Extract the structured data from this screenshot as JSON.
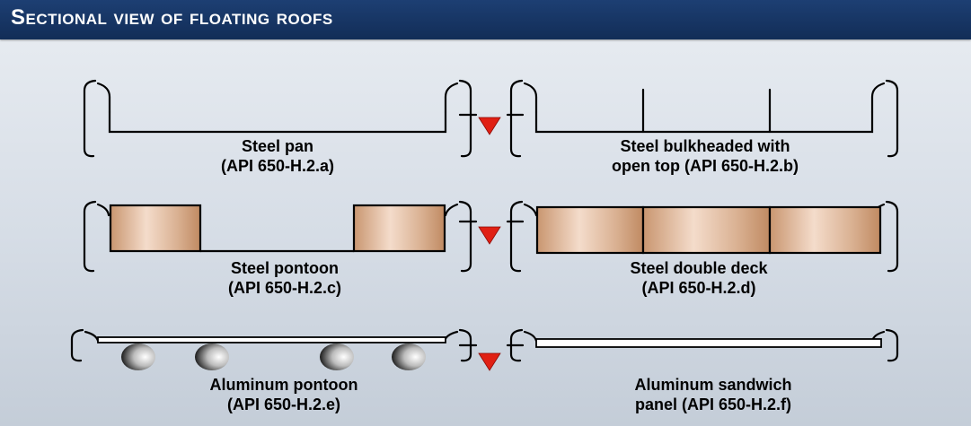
{
  "header": {
    "title": "Sectional view of floating roofs",
    "bar_color": "#16346a",
    "title_color": "#ffffff"
  },
  "colors": {
    "pontoon_fill": "#cd9e79",
    "pontoon_highlight": "#f4dccb",
    "liquid_level_marker": "#e02014",
    "roof_line": "#000000"
  },
  "roofs": [
    {
      "name": "steel-pan",
      "caption_line1": "Steel pan",
      "caption_line2": "(API 650-H.2.a)"
    },
    {
      "name": "steel-bulkheaded",
      "caption_line1": "Steel bulkheaded with",
      "caption_line2": "open top (API 650-H.2.b)"
    },
    {
      "name": "steel-pontoon",
      "caption_line1": "Steel pontoon",
      "caption_line2": "(API 650-H.2.c)"
    },
    {
      "name": "steel-double-deck",
      "caption_line1": "Steel double deck",
      "caption_line2": "(API 650-H.2.d)"
    },
    {
      "name": "aluminum-pontoon",
      "caption_line1": "Aluminum pontoon",
      "caption_line2": "(API 650-H.2.e)"
    },
    {
      "name": "aluminum-sandwich-panel",
      "caption_line1": "Aluminum sandwich",
      "caption_line2": "panel (API 650-H.2.f)"
    }
  ]
}
